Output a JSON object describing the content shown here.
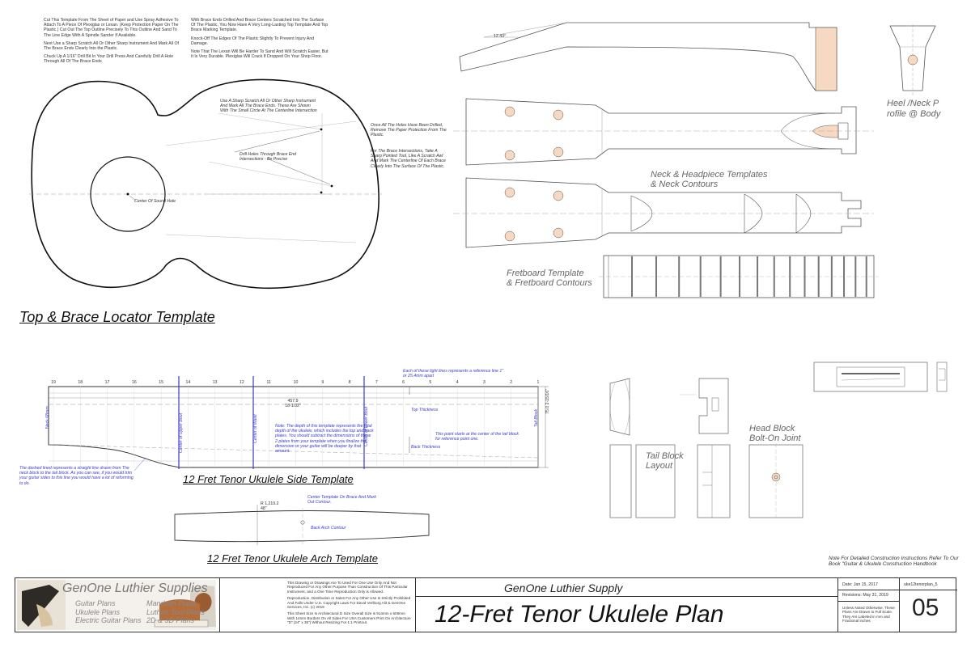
{
  "instructions": {
    "col1": [
      "Cut This Template From The Sheet of Paper and Use Spray Adhesive To Attach To A Piece Of Plexiglas or Lexan. (Keep Protection Paper On The Plastic.) Cut Out The Top Outline Precisely To This Outline And Sand To The Line Edge With A Spindle Sander If Available.",
      "Next Use a Sharp Scratch All Or Other Sharp Instrument And Mark All Of The Brace Ends Clearly Into the Plastic.",
      "Chuck Up A 1/16\" Drill Bit In Your Drill Press And Carefully Drill A Hole Through All Of The Brace Ends"
    ],
    "col2": [
      "With Brace Ends Drilled And Brace Centers Scratched Into The Surface Of The Plastic, You Now Have A Very Long-Lasting Top Template And Top Brace Marking Template.",
      "Knock-Off The Edges Of The Plastic Slightly To Prevent Injury And Damage.",
      "Note That The Lexan Will Be Harder To Sand And Will Scratch Easier, But It Is Very Durable. Plexiglas Will Crack If Dropped On Your Shop Floor."
    ],
    "scratch_note": "Use A Sharp Scratch All Or Other Sharp Instrument And Mark All The Brace Ends. These Are Shown With The Small Circle At The Centerline Intersection",
    "drill_note": "Drill Holes Through Brace End Intersections - Be Precise",
    "paper_note": "Once All The Holes Have Been Drilled, Remove The Paper Protection From The Plastic.",
    "awl_note": "For The Brace Intersections, Take A Sharp Pointed Tool, Like A Scratch Awl And Mark The Centerline Of Each Brace Clearly Into The Surface Of The Plastic.",
    "sound_hole_label": "Center Of Sound Hole"
  },
  "titles": {
    "top_brace": "Top & Brace Locator Template",
    "neck_headpiece_1": "Neck & Headpiece Templates",
    "neck_headpiece_2": "& Neck Contours",
    "fretboard_1": "Fretboard Template",
    "fretboard_2": "& Fretboard Contours",
    "heel_1": "Heel /Neck P",
    "heel_2": "rofile @ Body",
    "side_template": "12 Fret Tenor Ukulele Side Template",
    "arch_template": "12 Fret Tenor Ukulele Arch Template",
    "tail_block_1": "Tail Block",
    "tail_block_2": "Layout",
    "head_block_1": "Head Block",
    "head_block_2": "Bolt-On Joint"
  },
  "headstock_angle": "12.43°",
  "side": {
    "fret_numbers": [
      "19",
      "18",
      "17",
      "16",
      "15",
      "14",
      "13",
      "12",
      "11",
      "10",
      "9",
      "8",
      "7",
      "6",
      "5",
      "4",
      "3",
      "2",
      "1"
    ],
    "length_mm": "457.9",
    "length_in": "18-1/32\"",
    "heel_depth_mm": "75.0",
    "heel_depth_in": "2-15/16\"",
    "neck_depth_mm": "68mm",
    "neck_depth_label": "Neck",
    "upper_bout": "Center of Upper Bout",
    "waist": "Center of Waist",
    "lower_bout": "Center of Lower Bout",
    "tail_block": "Tail Block",
    "top_thickness": "Top Thickness",
    "back_thickness": "Back Thickness",
    "ref_lines_note": "Each of these light lines represents a reference line 1\" or 25.4mm apart",
    "depth_note": "Note: The depth of this template represents the total depth of the ukulele, which includes the top and back plates. You should subtract the dimensions of these 2 plates from your template when you finalize the dimension or your guitar will be deeper by that amount.",
    "tail_note": "This point starts at the center of the tail block for reference point one.",
    "dashed_note": "The dashed lined represents a straight line drawn from The neck block to the tail block. As you can see, if you would trim your guitar sides to this line you would have a lot of reforming to do."
  },
  "arch": {
    "radius": "R 1,219.2",
    "radius_in": "48\"",
    "center_note": "Center Template On Brace And Mark Out Contour.",
    "back_arch": "Back Arch Contour"
  },
  "construction_note": "Note For Detailed Construction Instructions Refer To Our Book \"Guitar & Ukulele Construction Handbook",
  "titleblock": {
    "company": "GenOne Luthier Supplies",
    "links_col1": [
      "Guitar Plans",
      "Ukulele Plans",
      "Electric Guitar Plans"
    ],
    "links_col2": [
      "Mandolin Plans",
      "Luthier Tool Plans",
      "2D & 3D Plans"
    ],
    "legal_1": "This Drawing or Drawings Are To Used For One Use Only And Not Reproduced For Any Other Purpose Than Construction Of This Particular Instrument, and a One Time Reproduction Only is Allowed.",
    "legal_2": "Reproduction, Distribution or Sales For Any Other Use Is Strictly Prohibited And Falls Under U.S. Copyright Laws For David Verlburg Alit & GenOne Services, Inc. (c) 2019",
    "legal_3": "This Sheet Size Is Architectural D Size Overall Size is 914mm x 609mm With 14mm Borders On All Sides For USA Customers Print On Architecture \"D\" (24\" x 36\") Without Resizing For 1:1 Printout.",
    "supply": "GenOne Luthier Supply",
    "plan_title": "12-Fret Tenor Ukulele Plan",
    "date": "Date: Jan 15, 2017",
    "revision": "Revisions: May 31, 2019",
    "scale_note": "Unless Noted Otherwise, These Plans Are Drawn to Full Scale. They Are Labeled in mm and Fractional inches",
    "file": "uke12tenorplan_5",
    "sheet": "05"
  }
}
